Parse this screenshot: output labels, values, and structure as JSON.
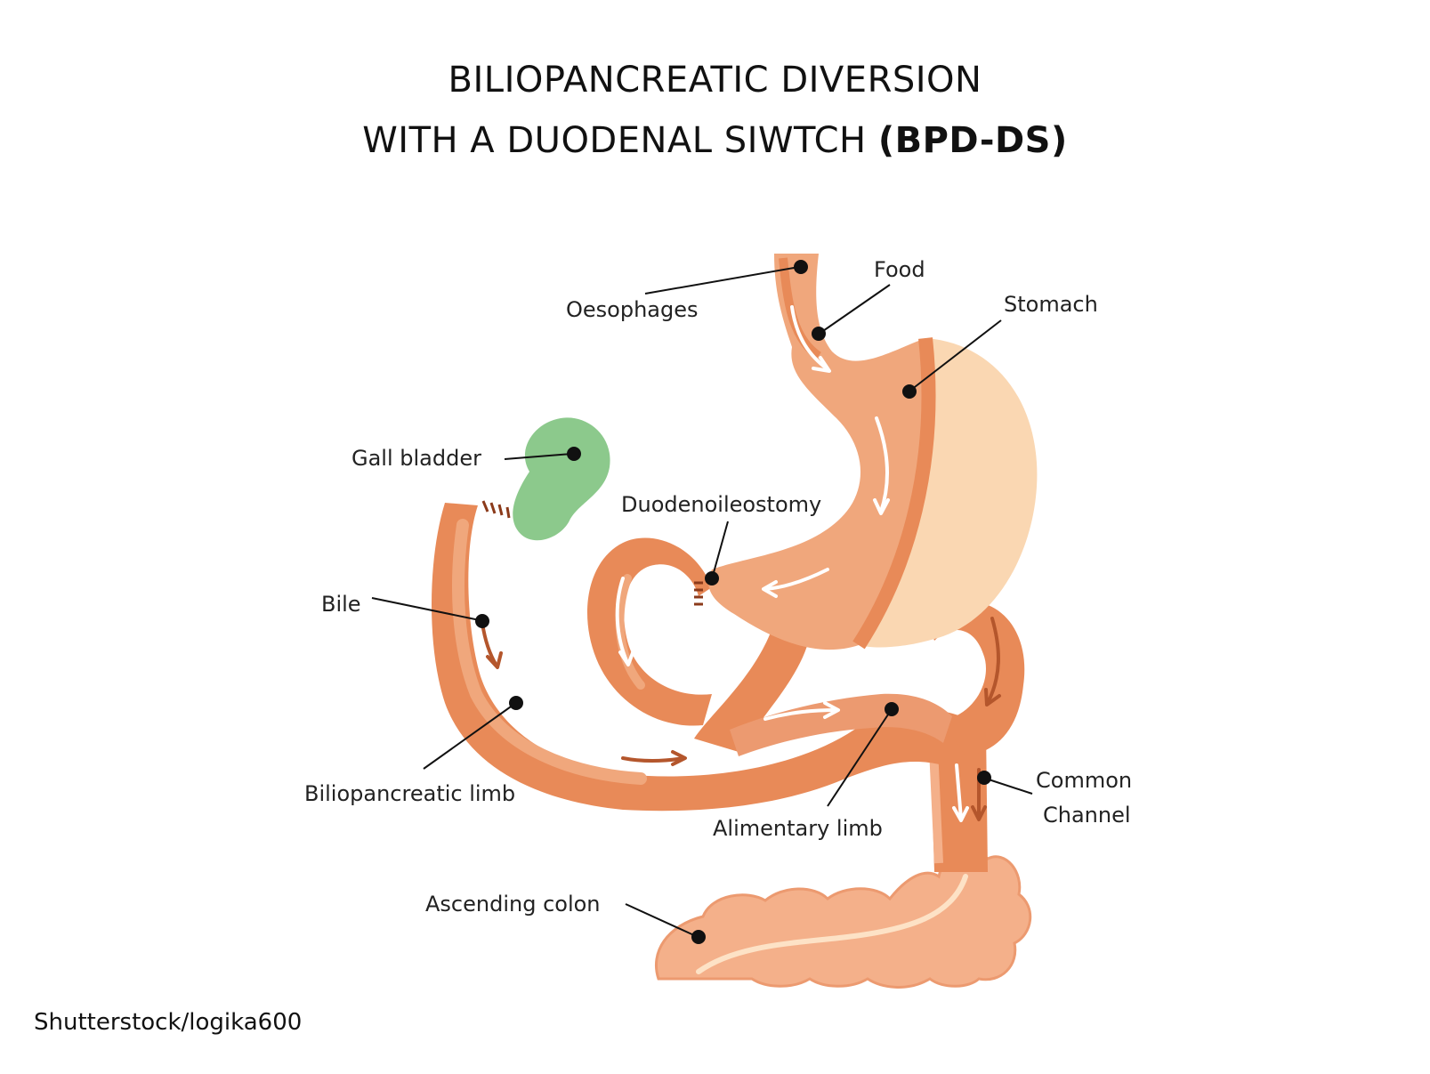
{
  "title": {
    "line1": "BILIOPANCREATIC DIVERSION",
    "line2_prefix": "WITH A DUODENAL SIWTCH ",
    "line2_bold": "(BPD-DS)"
  },
  "labels": {
    "oesophages": "Oesophages",
    "food": "Food",
    "stomach": "Stomach",
    "gall_bladder": "Gall bladder",
    "duodenoileostomy": "Duodenoileostomy",
    "bile": "Bile",
    "biliopancreatic_limb": "Biliopancreatic limb",
    "alimentary_limb": "Alimentary limb",
    "common_channel_line1": "Common",
    "common_channel_line2": "Channel",
    "ascending_colon": "Ascending colon"
  },
  "credit": "Shutterstock/logika600",
  "colors": {
    "organ": "#f0a77c",
    "organ_dark": "#e88a58",
    "stomach_removed": "#fad7b2",
    "gall_bladder": "#8cc98c",
    "colon": "#f4b08a",
    "arrow_light": "#ffffff",
    "arrow_dark": "#b4562c",
    "pointer": "#111111"
  }
}
